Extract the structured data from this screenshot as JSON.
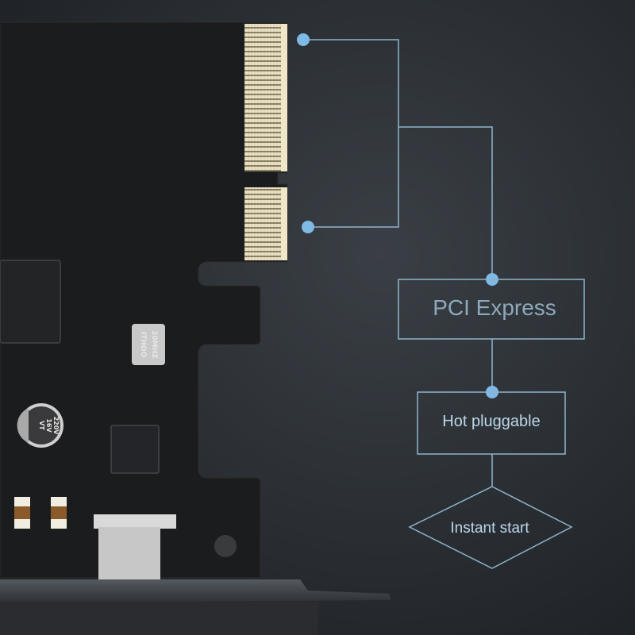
{
  "background": {
    "color": "#2a2e33"
  },
  "colors": {
    "line": "#8fb3cc",
    "dot": "#7fb9e6",
    "card": "#1c1d1f"
  },
  "card": {
    "oscillator_label": [
      "ITHOO",
      "20MHZ"
    ],
    "capacitor_label": [
      "220V",
      "16V",
      "VT"
    ]
  },
  "flow": {
    "box1": "PCI Express",
    "box2": "Hot pluggable",
    "diamond": "Instant start"
  }
}
